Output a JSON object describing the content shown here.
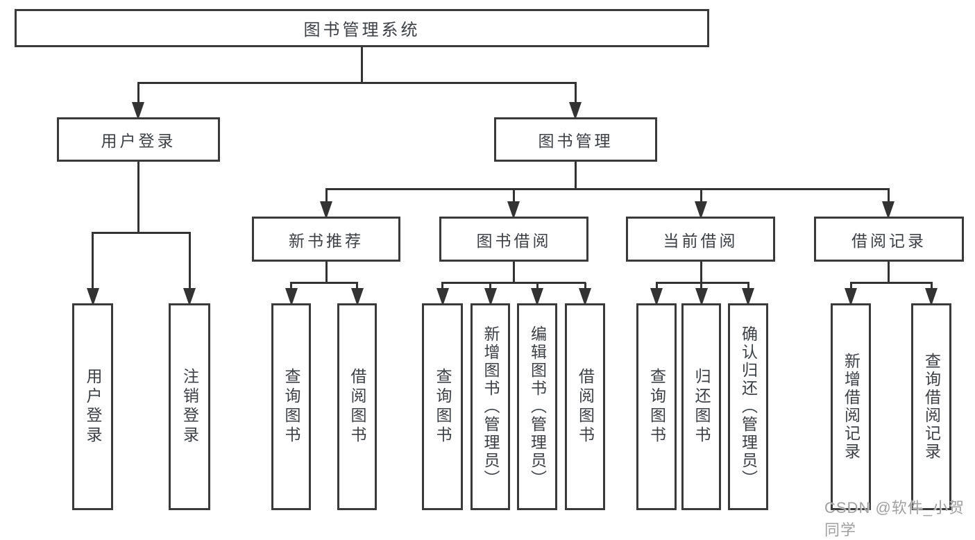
{
  "tree": {
    "label": "图书管理系统",
    "children": [
      {
        "label": "用户登录",
        "children": [
          {
            "label": "用户登录"
          },
          {
            "label": "注销登录"
          }
        ]
      },
      {
        "label": "图书管理",
        "children": [
          {
            "label": "新书推荐",
            "children": [
              {
                "label": "查询图书"
              },
              {
                "label": "借阅图书"
              }
            ]
          },
          {
            "label": "图书借阅",
            "children": [
              {
                "label": "查询图书"
              },
              {
                "label": "新增图书（管理员）"
              },
              {
                "label": "编辑图书（管理员）"
              },
              {
                "label": "借阅图书"
              }
            ]
          },
          {
            "label": "当前借阅",
            "children": [
              {
                "label": "查询图书"
              },
              {
                "label": "归还图书"
              },
              {
                "label": "确认归还（管理员）"
              }
            ]
          },
          {
            "label": "借阅记录",
            "children": [
              {
                "label": "新增借阅记录"
              },
              {
                "label": "查询借阅记录"
              }
            ]
          }
        ]
      }
    ]
  },
  "watermark": {
    "text": "CSDN @软件_小贺同学"
  },
  "colors": {
    "line": "#333333",
    "border": "#3a3a3a",
    "text": "#3c4045",
    "watermark": "#a0a0a0",
    "background": "#ffffff"
  }
}
